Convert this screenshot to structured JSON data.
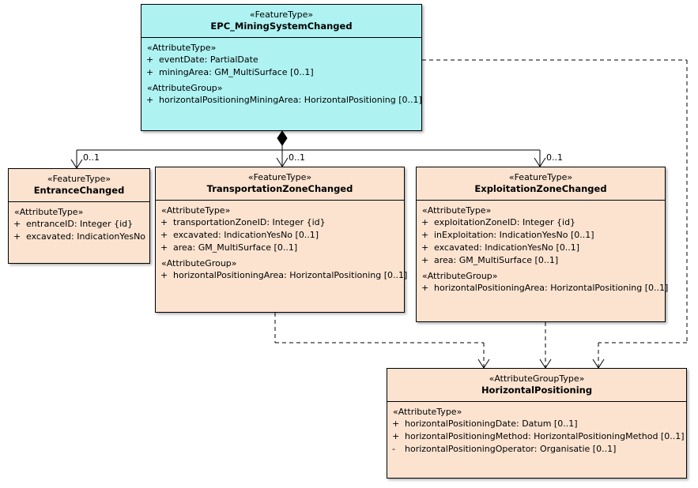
{
  "diagram": {
    "title": "EPC_MiningSystemChanged class diagram",
    "colors": {
      "feature_fill": "#fbe3d0",
      "root_fill": "#aef2f2",
      "border": "#000000",
      "line": "#000000"
    },
    "classes": [
      {
        "id": "root",
        "stereotype": "«FeatureType»",
        "name": "EPC_MiningSystemChanged",
        "sections": [
          {
            "label": "«AttributeType»",
            "attributes": [
              {
                "visibility": "+",
                "text": "eventDate: PartialDate"
              },
              {
                "visibility": "+",
                "text": "miningArea: GM_MultiSurface [0..1]"
              }
            ]
          },
          {
            "label": "«AttributeGroup»",
            "attributes": [
              {
                "visibility": "+",
                "text": "horizontalPositioningMiningArea: HorizontalPositioning [0..1]"
              }
            ]
          }
        ]
      },
      {
        "id": "entrance",
        "stereotype": "«FeatureType»",
        "name": "EntranceChanged",
        "sections": [
          {
            "label": "«AttributeType»",
            "attributes": [
              {
                "visibility": "+",
                "text": "entranceID: Integer {id}"
              },
              {
                "visibility": "+",
                "text": "excavated: IndicationYesNo"
              }
            ]
          }
        ]
      },
      {
        "id": "transportation",
        "stereotype": "«FeatureType»",
        "name": "TransportationZoneChanged",
        "sections": [
          {
            "label": "«AttributeType»",
            "attributes": [
              {
                "visibility": "+",
                "text": "transportationZoneID: Integer {id}"
              },
              {
                "visibility": "+",
                "text": "excavated: IndicationYesNo [0..1]"
              },
              {
                "visibility": "+",
                "text": "area: GM_MultiSurface [0..1]"
              }
            ]
          },
          {
            "label": "«AttributeGroup»",
            "attributes": [
              {
                "visibility": "+",
                "text": "horizontalPositioningArea: HorizontalPositioning [0..1]"
              }
            ]
          }
        ]
      },
      {
        "id": "exploitation",
        "stereotype": "«FeatureType»",
        "name": "ExploitationZoneChanged",
        "sections": [
          {
            "label": "«AttributeType»",
            "attributes": [
              {
                "visibility": "+",
                "text": "exploitationZoneID: Integer {id}"
              },
              {
                "visibility": "+",
                "text": "inExploitation: IndicationYesNo [0..1]"
              },
              {
                "visibility": "+",
                "text": "excavated: IndicationYesNo [0..1]"
              },
              {
                "visibility": "+",
                "text": "area: GM_MultiSurface [0..1]"
              }
            ]
          },
          {
            "label": "«AttributeGroup»",
            "attributes": [
              {
                "visibility": "+",
                "text": "horizontalPositioningArea: HorizontalPositioning [0..1]"
              }
            ]
          }
        ]
      },
      {
        "id": "horizontal",
        "stereotype": "«AttributeGroupType»",
        "name": "HorizontalPositioning",
        "sections": [
          {
            "label": "«AttributeType»",
            "attributes": [
              {
                "visibility": "+",
                "text": "horizontalPositioningDate: Datum [0..1]"
              },
              {
                "visibility": "+",
                "text": "horizontalPositioningMethod: HorizontalPositioningMethod [0..1]"
              },
              {
                "visibility": "-",
                "text": "horizontalPositioningOperator: Organisatie [0..1]"
              }
            ]
          }
        ]
      }
    ],
    "edge_labels": [
      {
        "id": "mult-entrance",
        "text": "0..1"
      },
      {
        "id": "mult-transportation",
        "text": "0..1"
      },
      {
        "id": "mult-exploitation",
        "text": "0..1"
      }
    ]
  }
}
